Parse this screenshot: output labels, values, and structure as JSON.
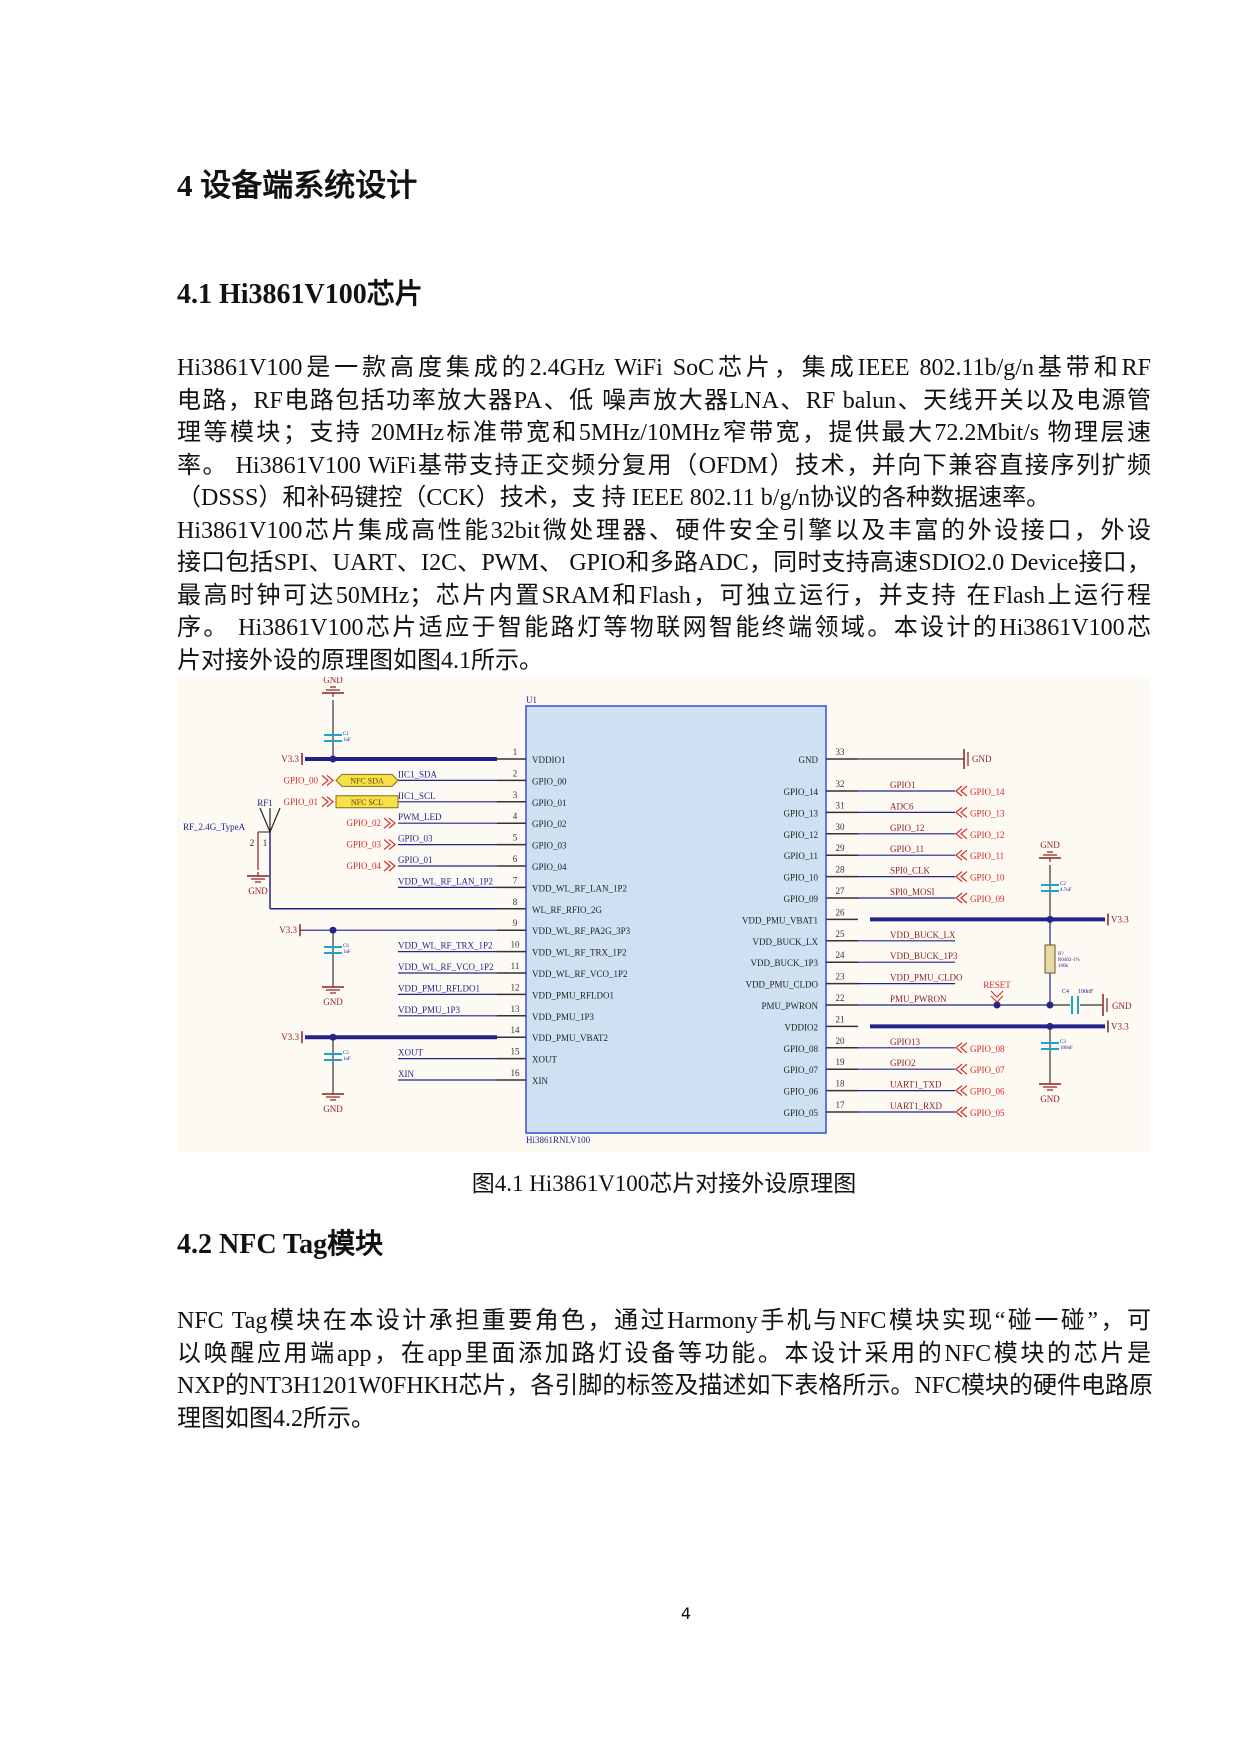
{
  "heading1": "4 设备端系统设计",
  "section41": {
    "title": "4.1 Hi3861V100芯片",
    "lines": [
      "Hi3861V100是一款高度集成的2.4GHz WiFi SoC芯片，集成IEEE 802.11b/g/n基带和RF",
      "电路，RF电路包括功率放大器PA、低 噪声放大器LNA、RF balun、天线开关以及电源管",
      "理等模块；支持 20MHz标准带宽和5MHz/10MHz窄带宽，提供最大72.2Mbit/s 物理层速",
      "率。 Hi3861V100 WiFi基带支持正交频分复用（OFDM）技术，并向下兼容直接序列扩频",
      "（DSSS）和补码键控（CCK）技术，支 持 IEEE 802.11 b/g/n协议的各种数据速率。",
      "Hi3861V100芯片集成高性能32bit微处理器、硬件安全引擎以及丰富的外设接口，外设",
      "接口包括SPI、UART、I2C、PWM、 GPIO和多路ADC，同时支持高速SDIO2.0 Device接口，",
      "最高时钟可达50MHz；芯片内置SRAM和Flash，可独立运行，并支持 在Flash上运行程",
      "序。 Hi3861V100芯片适应于智能路灯等物联网智能终端领域。本设计的Hi3861V100芯",
      "片对接外设的原理图如图4.1所示。"
    ]
  },
  "figure": {
    "caption": "图4.1 Hi3861V100芯片对接外设原理图",
    "chip_ref": "U1",
    "chip_part": "Hi3861RNLV100",
    "left_pins": [
      {
        "num": "1",
        "name": "VDDIO1",
        "net": ""
      },
      {
        "num": "2",
        "name": "GPIO_00",
        "net": "IIC1_SDA",
        "port": "NFC SDA",
        "offsheet": "GPIO_00"
      },
      {
        "num": "3",
        "name": "GPIO_01",
        "net": "IIC1_SCL",
        "port": "NFC SCL",
        "offsheet": "GPIO_01"
      },
      {
        "num": "4",
        "name": "GPIO_02",
        "net": "PWM_LED",
        "offsheet": "GPIO_02"
      },
      {
        "num": "5",
        "name": "GPIO_03",
        "net": "GPIO_03",
        "offsheet": "GPIO_03"
      },
      {
        "num": "6",
        "name": "GPIO_04",
        "net": "GPIO_01",
        "offsheet": "GPIO_04"
      },
      {
        "num": "7",
        "name": "VDD_WL_RF_LAN_1P2",
        "net": "VDD_WL_RF_LAN_1P2"
      },
      {
        "num": "8",
        "name": "WL_RF_RFIO_2G",
        "net": ""
      },
      {
        "num": "9",
        "name": "VDD_WL_RF_PA2G_3P3",
        "net": ""
      },
      {
        "num": "10",
        "name": "VDD_WL_RF_TRX_1P2",
        "net": "VDD_WL_RF_TRX_1P2"
      },
      {
        "num": "11",
        "name": "VDD_WL_RF_VCO_1P2",
        "net": "VDD_WL_RF_VCO_1P2"
      },
      {
        "num": "12",
        "name": "VDD_PMU_RFLDO1",
        "net": "VDD_PMU_RFLDO1"
      },
      {
        "num": "13",
        "name": "VDD_PMU_1P3",
        "net": "VDD_PMU_1P3"
      },
      {
        "num": "14",
        "name": "VDD_PMU_VBAT2",
        "net": ""
      },
      {
        "num": "15",
        "name": "XOUT",
        "net": "XOUT"
      },
      {
        "num": "16",
        "name": "XIN",
        "net": "XIN"
      }
    ],
    "right_pins": [
      {
        "num": "33",
        "name": "GND",
        "net": ""
      },
      {
        "num": "32",
        "name": "GPIO_14",
        "net": "GPIO1",
        "offsheet": "GPIO_14"
      },
      {
        "num": "31",
        "name": "GPIO_13",
        "net": "ADC6",
        "offsheet": "GPIO_13"
      },
      {
        "num": "30",
        "name": "GPIO_12",
        "net": "GPIO_12",
        "offsheet": "GPIO_12"
      },
      {
        "num": "29",
        "name": "GPIO_11",
        "net": "GPIO_11",
        "offsheet": "GPIO_11"
      },
      {
        "num": "28",
        "name": "GPIO_10",
        "net": "SPI0_CLK",
        "offsheet": "GPIO_10"
      },
      {
        "num": "27",
        "name": "GPIO_09",
        "net": "SPI0_MOSI",
        "offsheet": "GPIO_09"
      },
      {
        "num": "26",
        "name": "VDD_PMU_VBAT1",
        "net": ""
      },
      {
        "num": "25",
        "name": "VDD_BUCK_LX",
        "net": "VDD_BUCK_LX"
      },
      {
        "num": "24",
        "name": "VDD_BUCK_1P3",
        "net": "VDD_BUCK_1P3"
      },
      {
        "num": "23",
        "name": "VDD_PMU_CLDO",
        "net": "VDD_PMU_CLDO"
      },
      {
        "num": "22",
        "name": "PMU_PWRON",
        "net": "PMU_PWRON"
      },
      {
        "num": "21",
        "name": "VDDIO2",
        "net": ""
      },
      {
        "num": "20",
        "name": "GPIO_08",
        "net": "GPIO13",
        "offsheet": "GPIO_08"
      },
      {
        "num": "19",
        "name": "GPIO_07",
        "net": "GPIO2",
        "offsheet": "GPIO_07"
      },
      {
        "num": "18",
        "name": "GPIO_06",
        "net": "UART1_TXD",
        "offsheet": "GPIO_06"
      },
      {
        "num": "17",
        "name": "GPIO_05",
        "net": "UART1_RXD",
        "offsheet": "GPIO_05"
      }
    ],
    "power": {
      "vcc": "V3.3",
      "gnd": "GND"
    },
    "antenna": {
      "ref": "RF1",
      "part": "RF_2.4G_TypeA",
      "pin1": "1",
      "pin2": "2"
    },
    "caps": [
      {
        "ref": "C1",
        "value": "1uF"
      },
      {
        "ref": "C6",
        "value": "1uF"
      },
      {
        "ref": "C5",
        "value": "1uF"
      },
      {
        "ref": "C2",
        "value": "4.7uF"
      },
      {
        "ref": "C4",
        "value": "100nF"
      },
      {
        "ref": "C3",
        "value": "100nF"
      }
    ],
    "resistor": {
      "ref": "R?",
      "package": "R0402-1%",
      "value": "100k"
    },
    "reset_label": "RESET",
    "colors": {
      "wire": "#23238e",
      "pin": "#333333",
      "offsheet": "#d42a2a",
      "power": "#8b1f1f",
      "cap": "#1fa3c6",
      "chip_fill": "#cfe0f3",
      "chip_stroke": "#3b4fd0",
      "port_fill": "#f6e14a",
      "background": "#fdfaf4"
    }
  },
  "section42": {
    "title": "4.2 NFC Tag模块",
    "lines": [
      "NFC Tag模块在本设计承担重要角色，通过Harmony手机与NFC模块实现“碰一碰”，可",
      "以唤醒应用端app，在app里面添加路灯设备等功能。本设计采用的NFC模块的芯片是",
      "NXP的NT3H1201W0FHKH芯片，各引脚的标签及描述如下表格所示。NFC模块的硬件电路原",
      "理图如图4.2所示。"
    ]
  },
  "page_number": "4"
}
